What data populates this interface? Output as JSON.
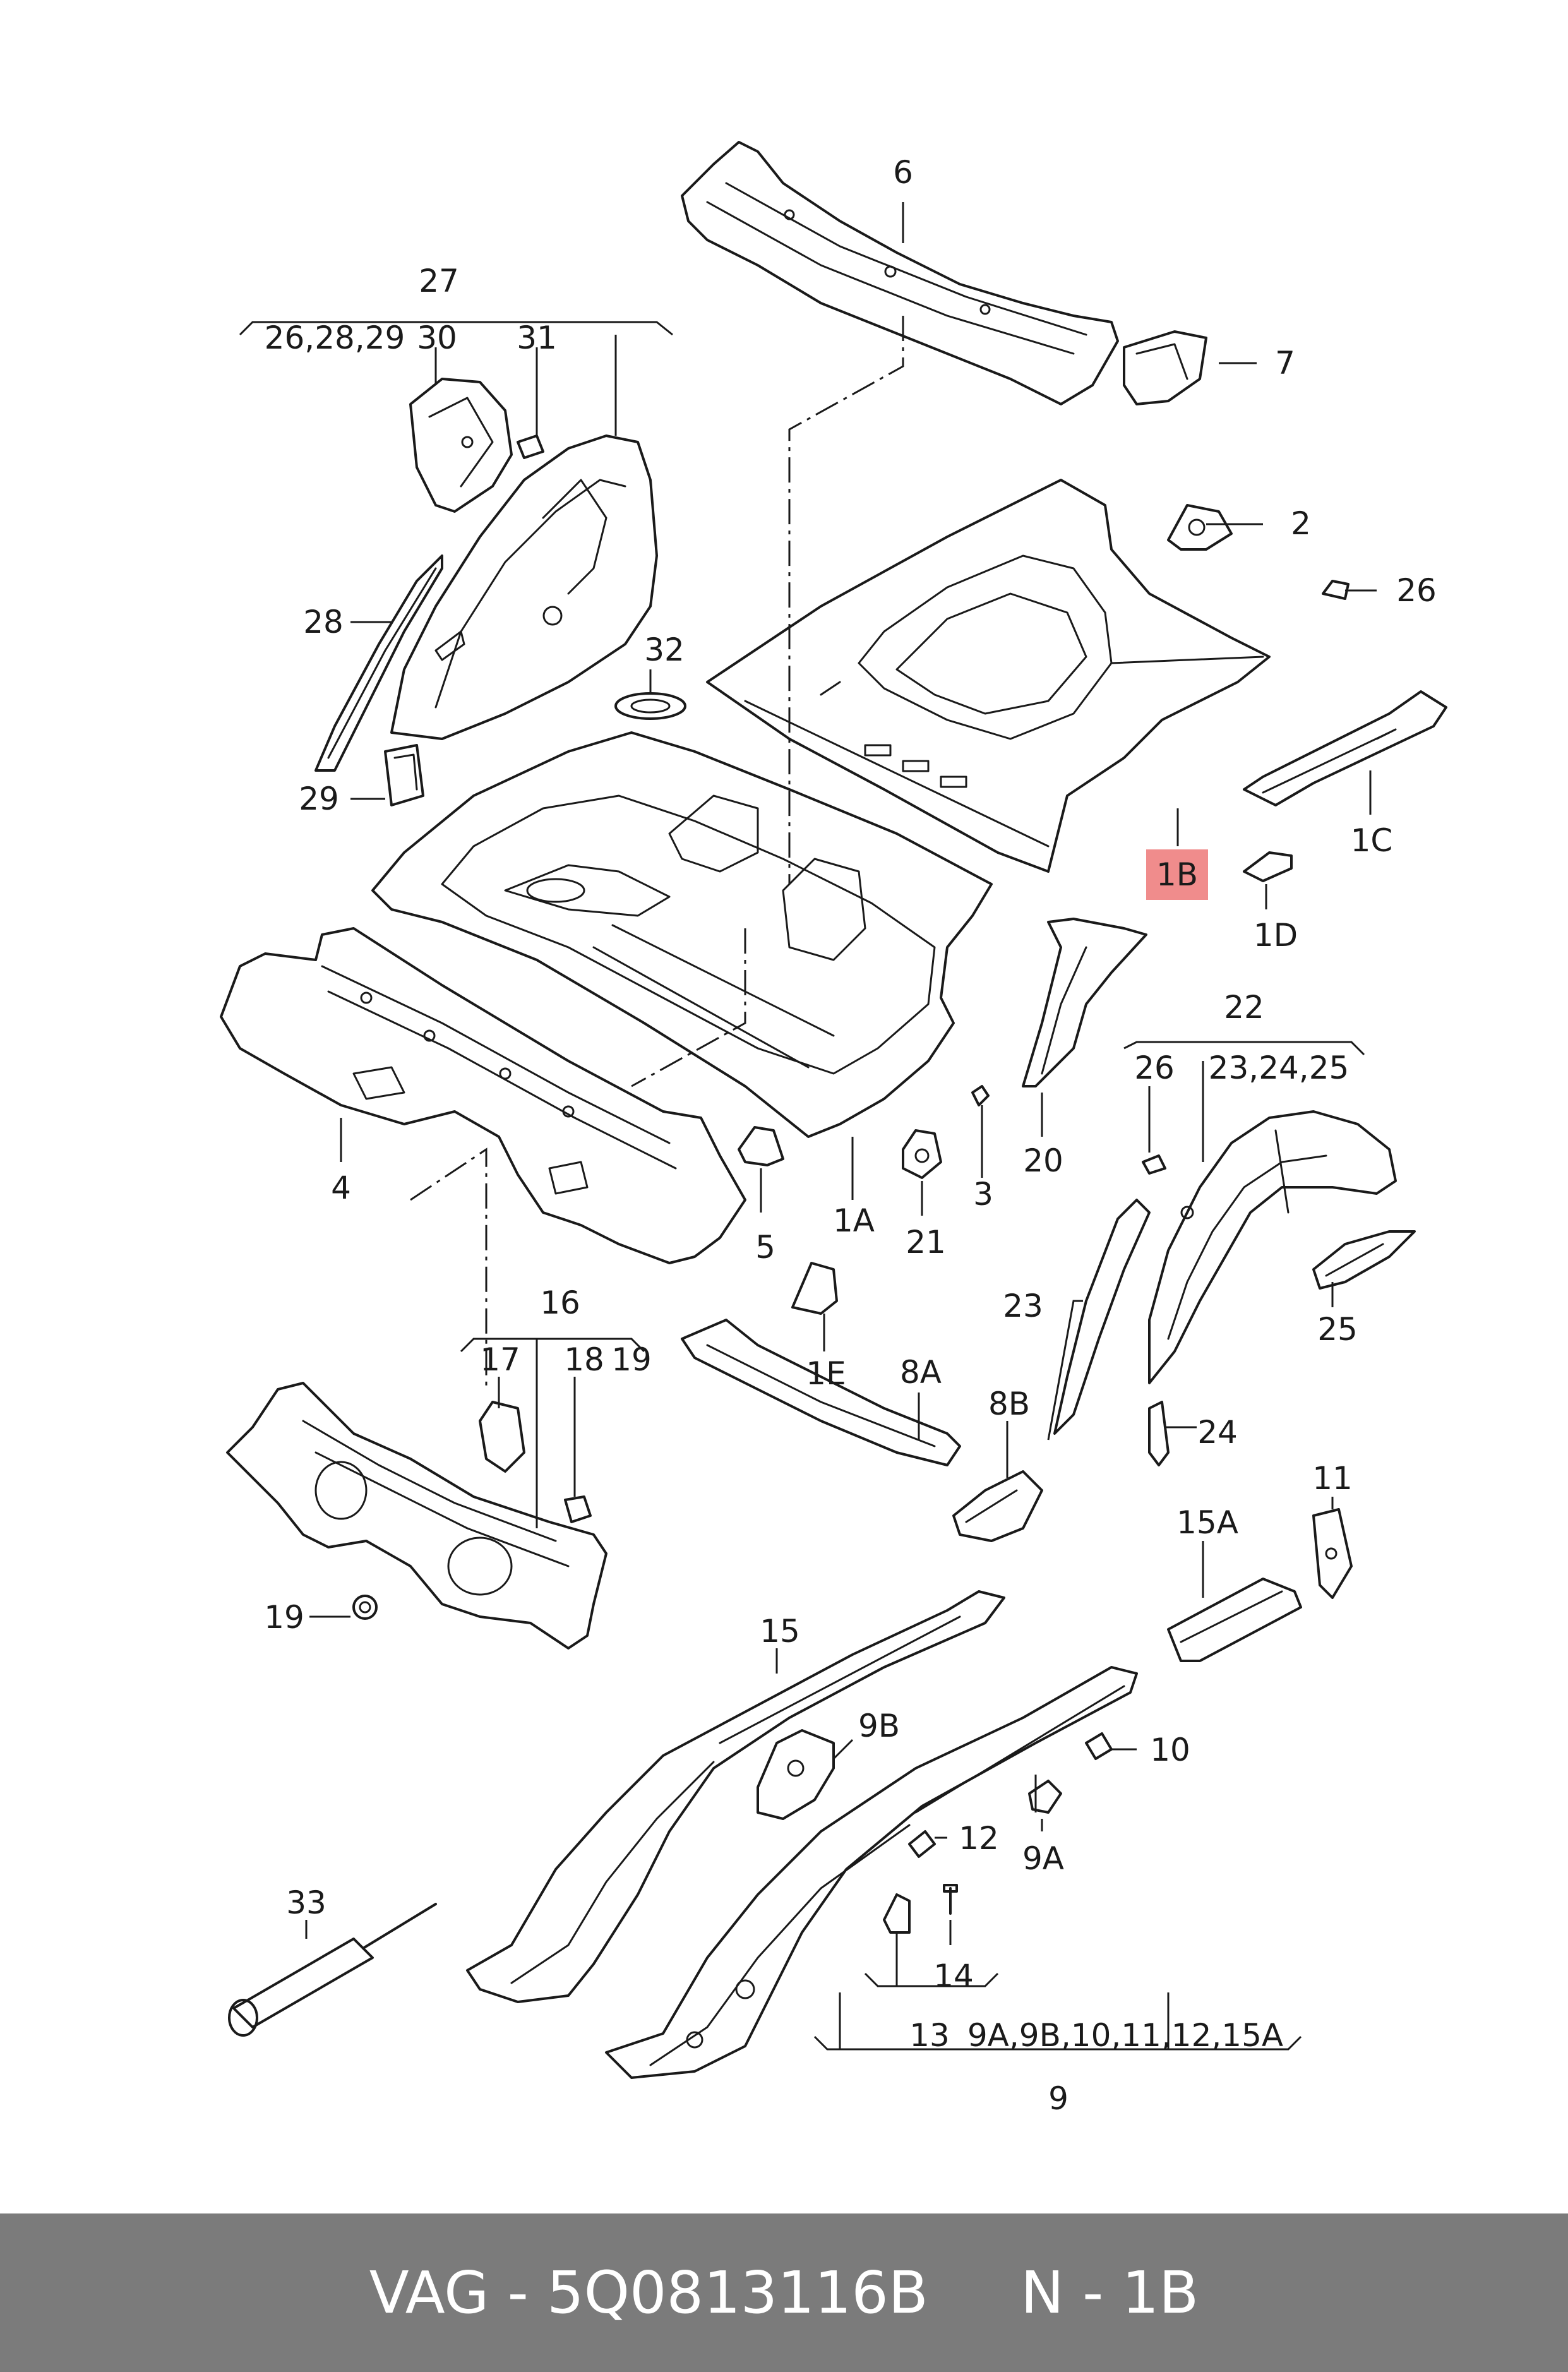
{
  "footer": {
    "text": "VAG - 5Q0813116B     N - 1B"
  },
  "highlight_color": "#f08c8c",
  "footer_color": "#7b7b7b",
  "labels": {
    "l6": "6",
    "l7": "7",
    "l27": "27",
    "l26_28_29": "26,28,29",
    "l30": "30",
    "l31": "31",
    "l2": "2",
    "l26a": "26",
    "l28": "28",
    "l32": "32",
    "l29": "29",
    "l1B": "1B",
    "l1C": "1C",
    "l1D": "1D",
    "l22": "22",
    "l26b": "26",
    "l23_24_25": "23,24,25",
    "l4": "4",
    "l5": "5",
    "l1A": "1A",
    "l21": "21",
    "l3": "3",
    "l20": "20",
    "l16": "16",
    "l17": "17",
    "l18": "18",
    "l19a": "19",
    "l1E": "1E",
    "l8A": "8A",
    "l8B": "8B",
    "l23": "23",
    "l25": "25",
    "l24": "24",
    "l11": "11",
    "l15A": "15A",
    "l19b": "19",
    "l15": "15",
    "l9B": "9B",
    "l10": "10",
    "l12": "12",
    "l9A": "9A",
    "l33": "33",
    "l14": "14",
    "l13": "13",
    "l9A_list": "9A,9B,10,11,12,15A",
    "l9": "9"
  }
}
